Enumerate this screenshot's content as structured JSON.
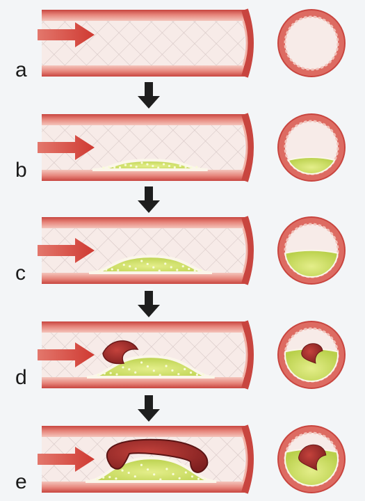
{
  "figure": {
    "stages": [
      {
        "label": "a",
        "plaque": 0.0,
        "clot": "none"
      },
      {
        "label": "b",
        "plaque": 0.35,
        "clot": "none"
      },
      {
        "label": "c",
        "plaque": 0.6,
        "clot": "none"
      },
      {
        "label": "d",
        "plaque": 0.75,
        "clot": "small"
      },
      {
        "label": "e",
        "plaque": 0.85,
        "clot": "large"
      }
    ],
    "colors": {
      "vessel_wall": "#d9605a",
      "vessel_wall_light": "#f2b8ae",
      "lumen": "#f7ebe8",
      "plaque": "#c9dc5e",
      "clot": "#a42a2a",
      "flow_arrow": "#d8493f",
      "step_arrow": "#1e1e1e",
      "background": "#f3f5f7"
    }
  }
}
